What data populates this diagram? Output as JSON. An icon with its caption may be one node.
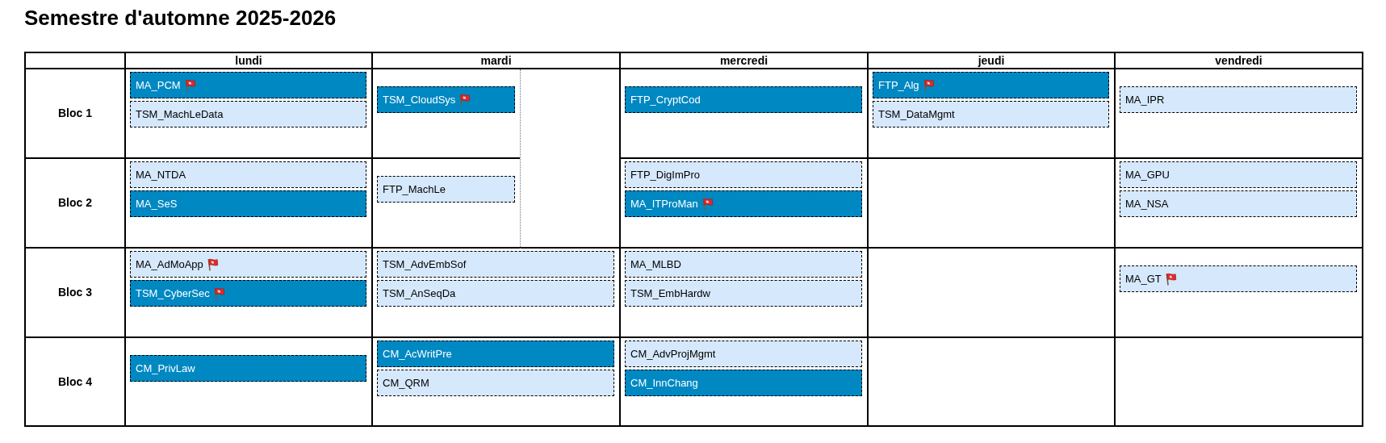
{
  "diagram": {
    "title": "Semestre d'automne 2025-2026",
    "nodes": [
      {
        "text": [
          "MA_PCM"
        ]
      },
      {
        "text": [
          "TSM_MachLeData"
        ]
      },
      {
        "text": [
          "TSM_CloudSys"
        ]
      },
      {
        "text": [
          "FTP_CryptCod"
        ]
      },
      {
        "text": [
          "FTP_Alg"
        ]
      },
      {
        "text": [
          "TSM_DataMgmt"
        ]
      },
      {
        "text": [
          "MA_IPR"
        ]
      },
      {
        "text": [
          "MA_NTDA"
        ]
      },
      {
        "text": [
          "MA_SeS"
        ]
      },
      {
        "text": [
          "FTP_MachLe"
        ]
      },
      {
        "text": [
          "FTP_DigImPro"
        ]
      },
      {
        "text": [
          "MA_ITProMan"
        ]
      },
      {
        "text": [
          "MA_GPU"
        ]
      },
      {
        "text": [
          "MA_NSA"
        ]
      },
      {
        "text": [
          "MA_AdMoApp"
        ]
      },
      {
        "text": [
          "TSM_CyberSec"
        ]
      },
      {
        "text": [
          "TSM_AdvEmbSof"
        ]
      },
      {
        "text": [
          "TSM_AnSeqDa"
        ]
      },
      {
        "text": [
          "MA_MLBD"
        ]
      },
      {
        "text": [
          "TSM_EmbHardw"
        ]
      },
      {
        "text": [
          "MA_GT"
        ]
      },
      {
        "text": [
          "CM_PrivLaw"
        ]
      },
      {
        "text": [
          "CM_AcWritPre"
        ]
      },
      {
        "text": [
          "CM_QRM"
        ]
      },
      {
        "text": [
          "CM_AdvProjMgmt"
        ]
      },
      {
        "text": [
          "CM_InnChang"
        ]
      }
    ],
    "labels": [
      "lundi",
      "mardi",
      "mercredi",
      "jeudi",
      "vendredi",
      "Bloc 1",
      "Bloc 2",
      "Bloc 3",
      "Bloc 4"
    ]
  }
}
